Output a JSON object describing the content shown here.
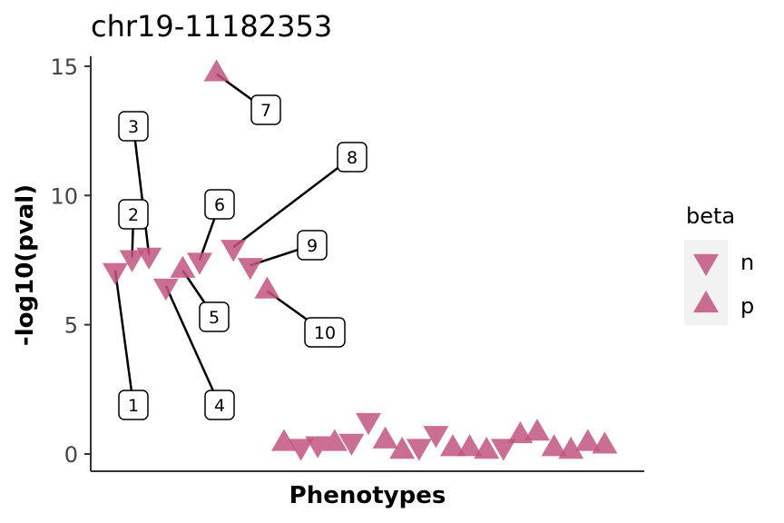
{
  "chart_data": {
    "type": "scatter",
    "title": "chr19-11182353",
    "xlabel": "Phenotypes",
    "ylabel": "-log10(pval)",
    "ylim": [
      -0.6,
      15.4
    ],
    "yticks": [
      0,
      5,
      10,
      15
    ],
    "grid": false,
    "legend": {
      "title": "beta",
      "position": "right",
      "entries": [
        {
          "key": "n",
          "label": "n",
          "shape": "triangle-down"
        },
        {
          "key": "p",
          "label": "p",
          "shape": "triangle-up"
        }
      ]
    },
    "marker_color": "#c25580",
    "x_count": 31,
    "points": [
      {
        "x": 1,
        "y": 7.1,
        "beta": "n",
        "label": "1"
      },
      {
        "x": 2,
        "y": 7.6,
        "beta": "n",
        "label": "2"
      },
      {
        "x": 3,
        "y": 7.7,
        "beta": "n",
        "label": "3"
      },
      {
        "x": 4,
        "y": 6.5,
        "beta": "n",
        "label": "4"
      },
      {
        "x": 5,
        "y": 7.1,
        "beta": "p",
        "label": "5"
      },
      {
        "x": 6,
        "y": 7.5,
        "beta": "n",
        "label": "6"
      },
      {
        "x": 7,
        "y": 14.7,
        "beta": "p",
        "label": "7"
      },
      {
        "x": 8,
        "y": 8.0,
        "beta": "n",
        "label": "8"
      },
      {
        "x": 9,
        "y": 7.3,
        "beta": "n",
        "label": "9"
      },
      {
        "x": 10,
        "y": 6.3,
        "beta": "p",
        "label": "10"
      },
      {
        "x": 11,
        "y": 0.4,
        "beta": "p"
      },
      {
        "x": 12,
        "y": 0.3,
        "beta": "n"
      },
      {
        "x": 13,
        "y": 0.4,
        "beta": "n"
      },
      {
        "x": 14,
        "y": 0.4,
        "beta": "p"
      },
      {
        "x": 15,
        "y": 0.5,
        "beta": "n"
      },
      {
        "x": 16,
        "y": 1.3,
        "beta": "n"
      },
      {
        "x": 17,
        "y": 0.5,
        "beta": "p"
      },
      {
        "x": 18,
        "y": 0.1,
        "beta": "p"
      },
      {
        "x": 19,
        "y": 0.3,
        "beta": "n"
      },
      {
        "x": 20,
        "y": 0.8,
        "beta": "n"
      },
      {
        "x": 21,
        "y": 0.2,
        "beta": "p"
      },
      {
        "x": 22,
        "y": 0.2,
        "beta": "p"
      },
      {
        "x": 23,
        "y": 0.1,
        "beta": "p"
      },
      {
        "x": 24,
        "y": 0.3,
        "beta": "n"
      },
      {
        "x": 25,
        "y": 0.7,
        "beta": "p"
      },
      {
        "x": 26,
        "y": 0.8,
        "beta": "p"
      },
      {
        "x": 27,
        "y": 0.2,
        "beta": "p"
      },
      {
        "x": 28,
        "y": 0.1,
        "beta": "p"
      },
      {
        "x": 29,
        "y": 0.4,
        "beta": "p"
      },
      {
        "x": 30,
        "y": 0.3,
        "beta": "p"
      }
    ]
  }
}
